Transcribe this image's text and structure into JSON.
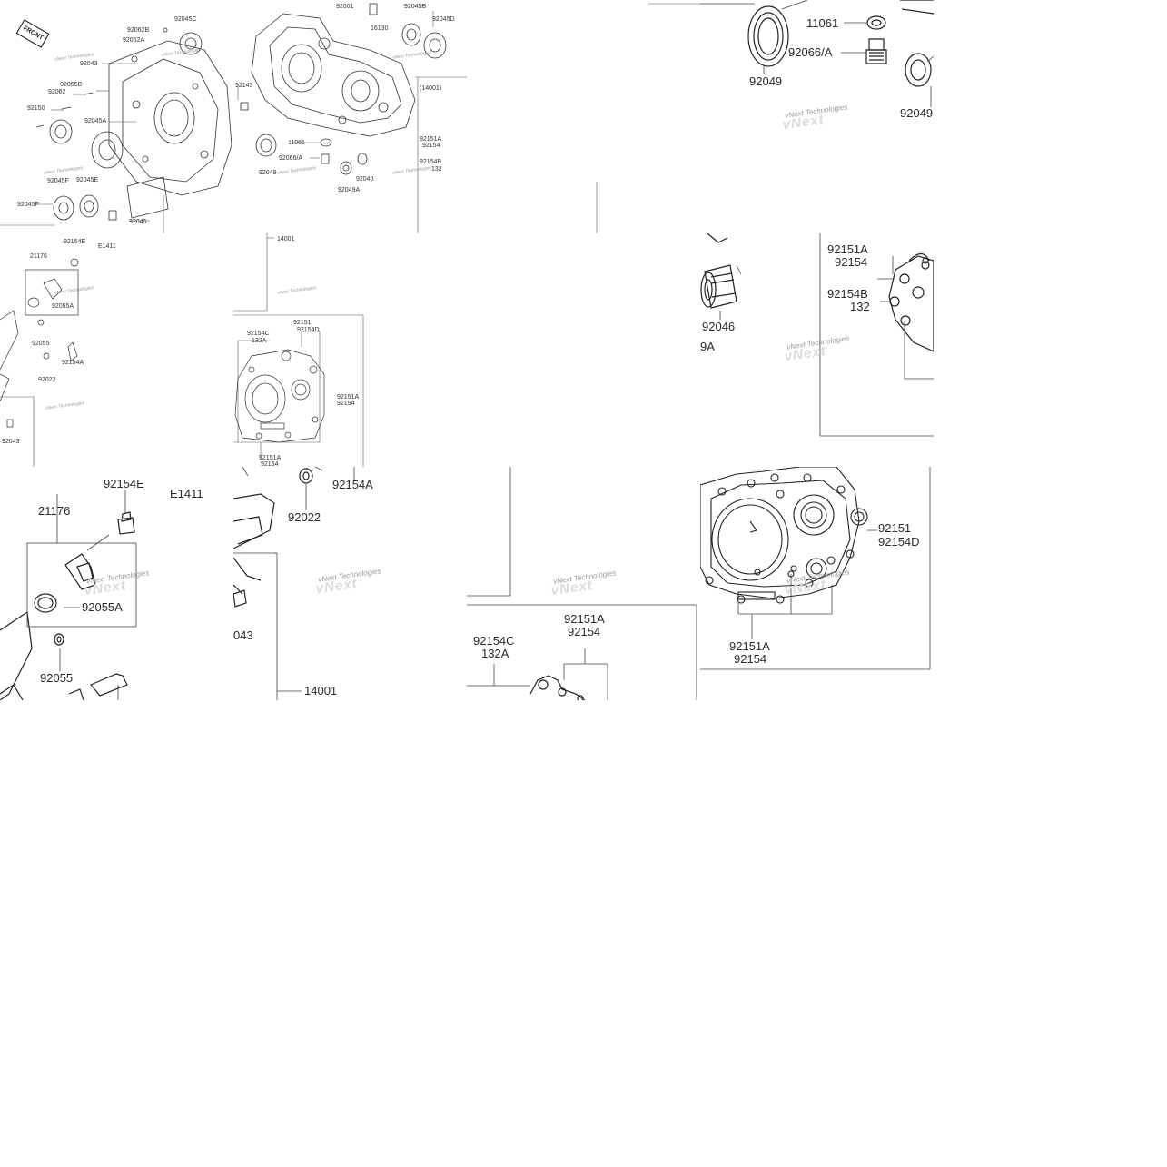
{
  "overview": {
    "front": "FRONT",
    "labels": [
      "92062B",
      "92045C",
      "92062A",
      "92043",
      "92055B",
      "92062",
      "92150",
      "92045A",
      "92045F",
      "92045E",
      "92045F",
      "92045",
      "92154E",
      "E1411",
      "21176",
      "92055A",
      "92055",
      "92022",
      "92154A",
      "92043",
      "92001",
      "16130",
      "92045B",
      "92045D",
      "92143",
      "11061",
      "92066/A",
      "92049",
      "92046",
      "92049A",
      "(14001)",
      "92151A",
      "92154",
      "92154B",
      "132",
      "14001",
      "92154C",
      "132A",
      "92151A",
      "92154",
      "92151",
      "92154D",
      "92151A",
      "92154"
    ],
    "watermark": "vNext Technologies"
  },
  "zoom_top_right": {
    "labels": [
      "11061",
      "92066/A",
      "92049",
      "92049"
    ],
    "watermark": "vNext Technologies"
  },
  "zoom_mid_right": {
    "labels": [
      "92046",
      "9A",
      "92151A",
      "92154",
      "92154B",
      "132"
    ],
    "watermark": "vNext Technologies"
  },
  "zoom_bottom_left": {
    "labels": [
      "92154E",
      "E1411",
      "21176",
      "92055A",
      "92055"
    ],
    "watermark": "vNext Technologies"
  },
  "zoom_bottom_mid": {
    "labels": [
      "92022",
      "92154A",
      "043",
      "14001"
    ],
    "watermark": "vNext Technologies"
  },
  "zoom_bottom_center": {
    "labels": [
      "92154C",
      "132A",
      "92151A",
      "92154"
    ],
    "watermark": "vNext Technologies"
  },
  "zoom_bottom_right": {
    "labels": [
      "92151",
      "92154D",
      "92151A",
      "92154"
    ],
    "watermark": "vNext Technologies"
  }
}
